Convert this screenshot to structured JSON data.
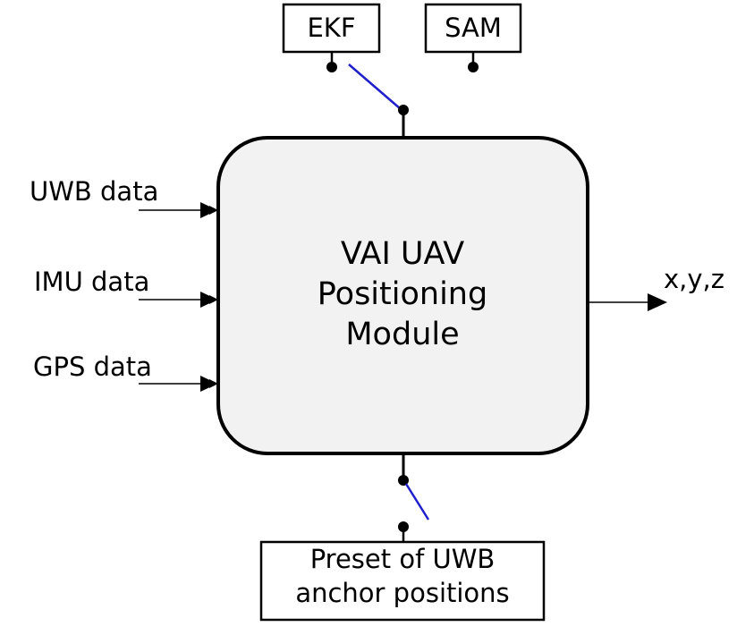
{
  "module": {
    "title_lines": [
      "VAI UAV",
      "Positioning",
      "Module"
    ]
  },
  "inputs": [
    {
      "label": "UWB data"
    },
    {
      "label": "IMU data"
    },
    {
      "label": "GPS data"
    }
  ],
  "output": {
    "label": "x,y,z"
  },
  "algorithms": [
    {
      "label": "EKF",
      "selected": true
    },
    {
      "label": "SAM",
      "selected": false
    }
  ],
  "anchors": {
    "label_lines": [
      "Preset of UWB",
      "anchor positions"
    ],
    "switch_closed": false
  },
  "colors": {
    "module_fill": "#f2f2f2",
    "stroke": "#000000",
    "switch_blade": "#1f1fcc"
  }
}
